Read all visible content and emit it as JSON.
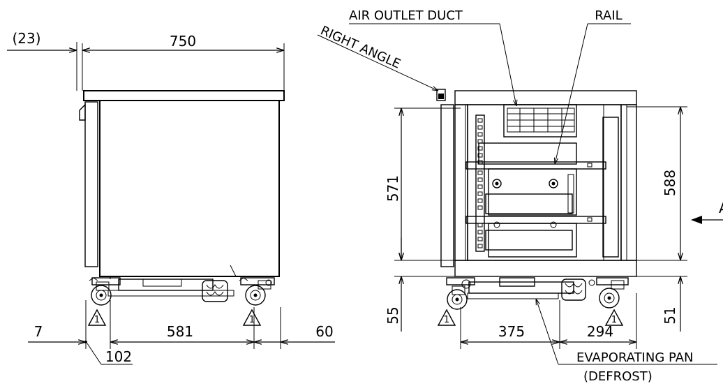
{
  "dimensions": {
    "door_offset": "(23)",
    "side_depth": "750",
    "caster_front": "7",
    "caster_span": "581",
    "caster_rear": "60",
    "toe_depth": "102",
    "interior_height": "571",
    "base_height": "55",
    "pan_front": "375",
    "pan_rear": "294",
    "overall_height_right": "588",
    "base_height_right": "51"
  },
  "labels": {
    "air_outlet_duct": "AIR OUTLET DUCT",
    "rail": "RAIL",
    "right_angle": "RIGHT ANGLE",
    "evaporating_pan": "EVAPORATING PAN",
    "defrost": "(DEFROST)",
    "view_marker": "A",
    "note_marker": "1"
  }
}
